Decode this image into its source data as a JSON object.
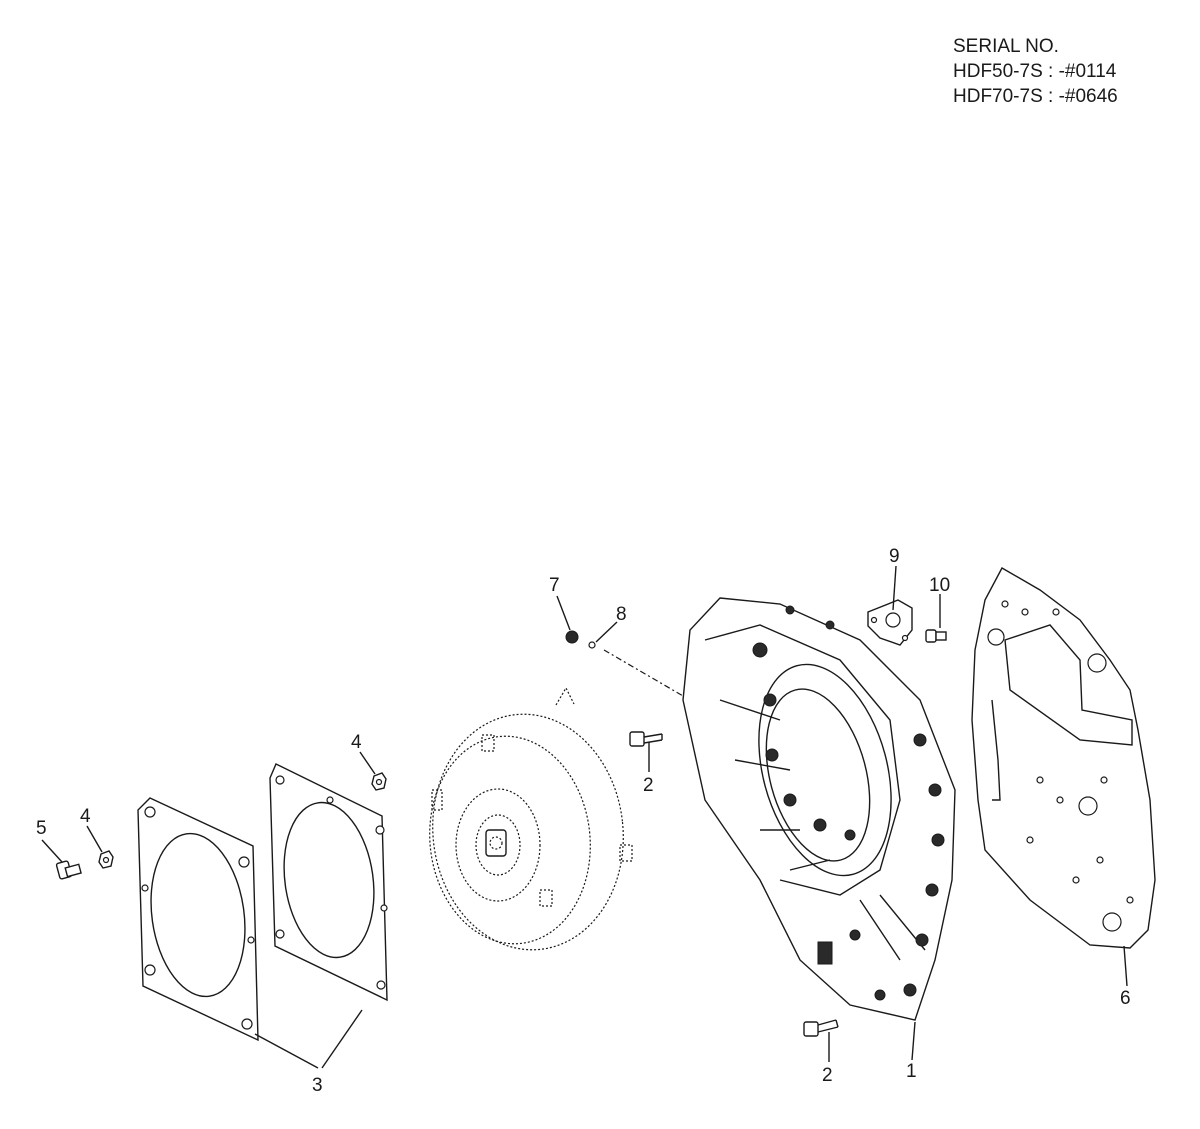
{
  "serial": {
    "heading": "SERIAL NO.",
    "line1": "HDF50-7S : -#0114",
    "line2": "HDF70-7S : -#0646"
  },
  "callouts": {
    "c1": "1",
    "c2a": "2",
    "c2b": "2",
    "c3": "3",
    "c4a": "4",
    "c4b": "4",
    "c5": "5",
    "c6": "6",
    "c7": "7",
    "c8": "8",
    "c9": "9",
    "c10": "10"
  }
}
